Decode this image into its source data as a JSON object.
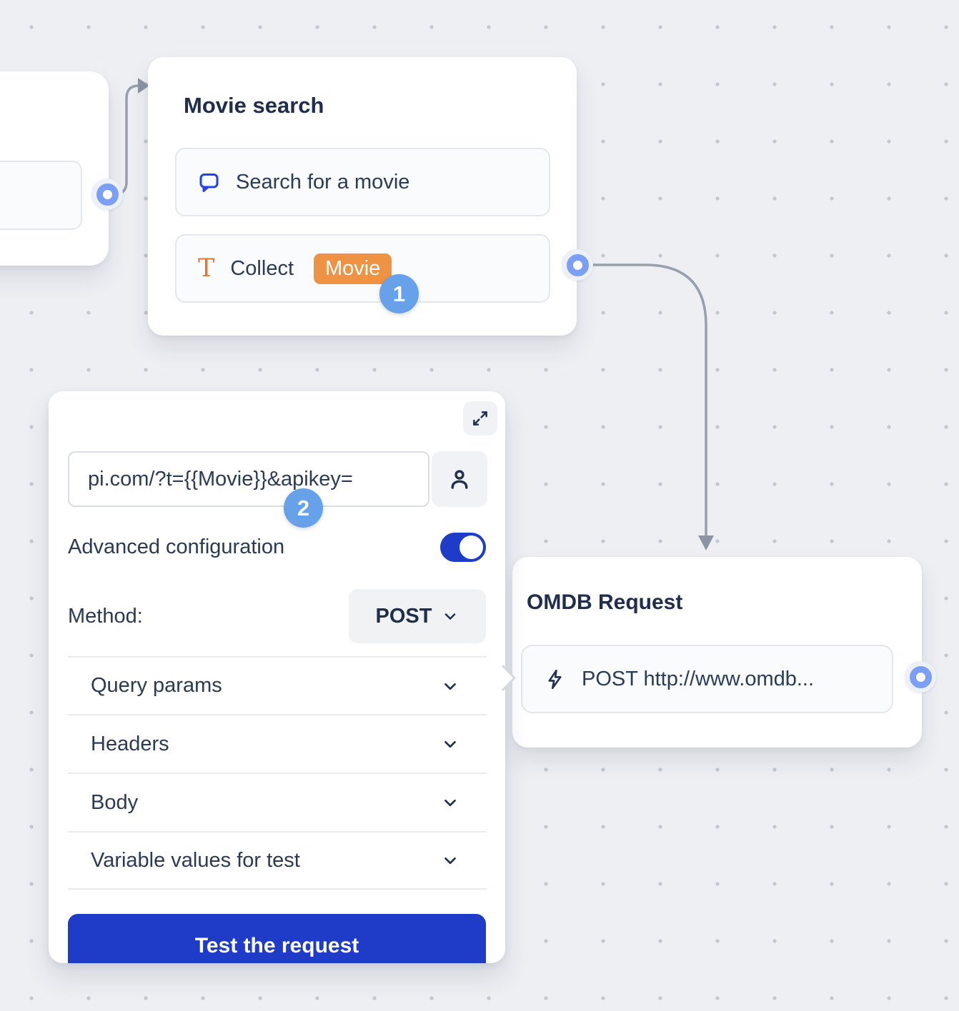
{
  "colors": {
    "accent_blue": "#1e3cc8",
    "badge_blue": "#66a1e9",
    "chip_orange": "#ee9243",
    "icon_blue": "#2342e8",
    "icon_orange": "#e0782a",
    "port_blue": "#7b9ff7",
    "connector_gray": "#98a0ad",
    "text_dark": "#23304d"
  },
  "nodes": {
    "movie_search": {
      "title": "Movie search",
      "message_item": {
        "icon": "chat-bubble-icon",
        "label": "Search for a movie"
      },
      "collect_item": {
        "icon": "text-input-icon",
        "label": "Collect",
        "variable_chip": "Movie"
      },
      "step_badge": "1"
    },
    "omdb_request": {
      "title": "OMDB Request",
      "request_item": {
        "icon": "lightning-icon",
        "label": "POST http://www.omdb..."
      }
    }
  },
  "panel": {
    "url_input": {
      "value": "pi.com/?t={{Movie}}&apikey="
    },
    "step_badge": "2",
    "advanced_toggle": {
      "label": "Advanced configuration",
      "state": "on"
    },
    "method": {
      "label": "Method:",
      "value": "POST"
    },
    "sections": [
      {
        "label": "Query params"
      },
      {
        "label": "Headers"
      },
      {
        "label": "Body"
      },
      {
        "label": "Variable values for test"
      }
    ],
    "test_button_label": "Test the request"
  }
}
